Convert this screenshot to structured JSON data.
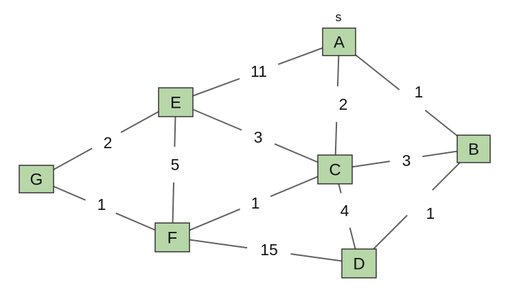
{
  "graph": {
    "source_marker": "s",
    "nodes": [
      {
        "id": "A",
        "label": "A"
      },
      {
        "id": "B",
        "label": "B"
      },
      {
        "id": "C",
        "label": "C"
      },
      {
        "id": "D",
        "label": "D"
      },
      {
        "id": "E",
        "label": "E"
      },
      {
        "id": "F",
        "label": "F"
      },
      {
        "id": "G",
        "label": "G"
      }
    ],
    "edges": [
      {
        "from": "A",
        "to": "E",
        "weight": "11"
      },
      {
        "from": "A",
        "to": "C",
        "weight": "2"
      },
      {
        "from": "A",
        "to": "B",
        "weight": "1"
      },
      {
        "from": "E",
        "to": "G",
        "weight": "2"
      },
      {
        "from": "E",
        "to": "F",
        "weight": "5"
      },
      {
        "from": "E",
        "to": "C",
        "weight": "3"
      },
      {
        "from": "C",
        "to": "B",
        "weight": "3"
      },
      {
        "from": "G",
        "to": "F",
        "weight": "1"
      },
      {
        "from": "F",
        "to": "C",
        "weight": "1"
      },
      {
        "from": "C",
        "to": "D",
        "weight": "4"
      },
      {
        "from": "B",
        "to": "D",
        "weight": "1"
      },
      {
        "from": "F",
        "to": "D",
        "weight": "15"
      }
    ],
    "colors": {
      "node_fill": "#b7d7a8",
      "node_border": "#333333",
      "edge": "#5f5f5f",
      "text": "#111111"
    }
  }
}
